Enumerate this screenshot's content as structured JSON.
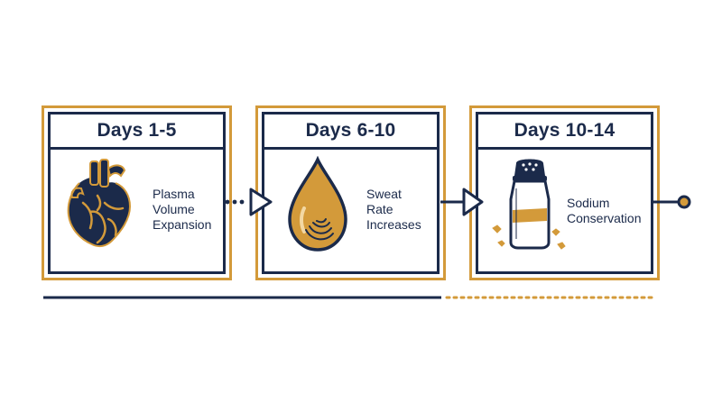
{
  "colors": {
    "navy": "#1b2a4a",
    "gold": "#d39a3a",
    "background": "#ffffff"
  },
  "stages": [
    {
      "title": "Days 1-5",
      "label_lines": [
        "Plasma",
        "Volume",
        "Expansion"
      ],
      "icon": "heart-icon"
    },
    {
      "title": "Days 6-10",
      "label_lines": [
        "Sweat",
        "Rate",
        "Increases"
      ],
      "icon": "water-drop-icon"
    },
    {
      "title": "Days 10-14",
      "label_lines": [
        "Sodium",
        "Conservation"
      ],
      "icon": "salt-shaker-icon"
    }
  ],
  "connectors": [
    {
      "style": "dotted-arrow",
      "icon": "arrow-right-icon"
    },
    {
      "style": "solid-arrow",
      "icon": "arrow-right-icon"
    },
    {
      "style": "line-end-dot",
      "icon": "end-dot-icon"
    }
  ],
  "timeline": {
    "completed_fraction": 0.65
  }
}
